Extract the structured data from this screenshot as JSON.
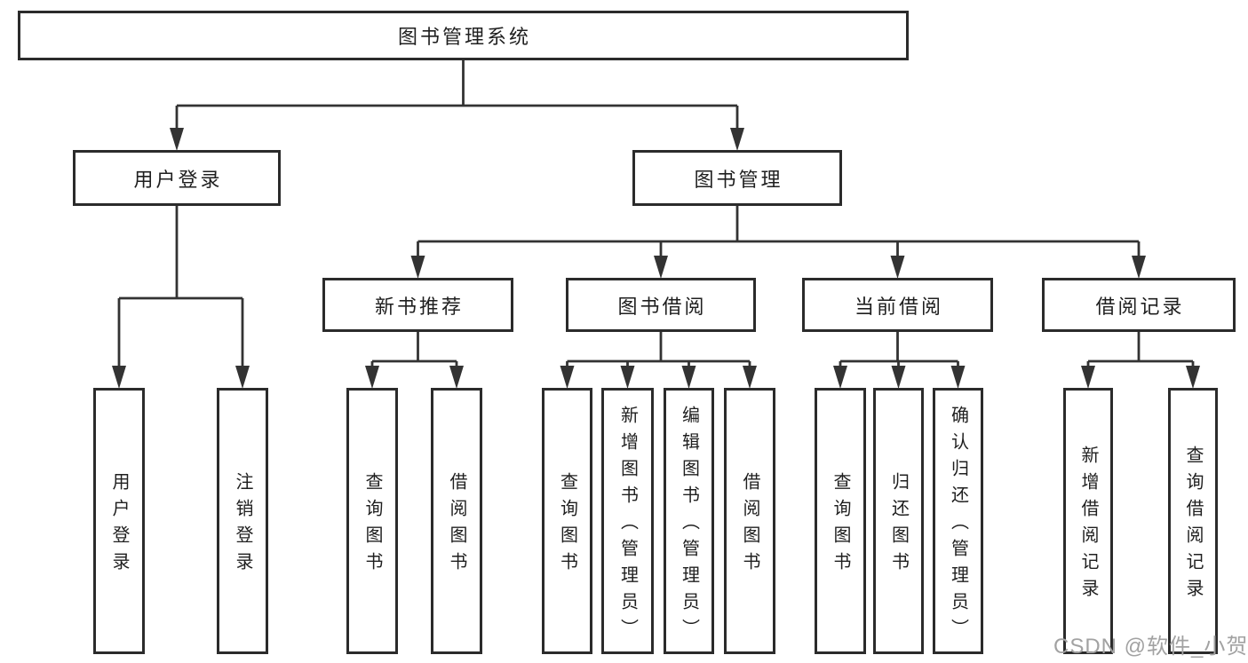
{
  "diagram": {
    "tree": {
      "label": "图书管理系统",
      "children": [
        {
          "label": "用户登录",
          "children": [
            {
              "label": "用户登录"
            },
            {
              "label": "注销登录"
            }
          ]
        },
        {
          "label": "图书管理",
          "children": [
            {
              "label": "新书推荐",
              "children": [
                {
                  "label": "查询图书"
                },
                {
                  "label": "借阅图书"
                }
              ]
            },
            {
              "label": "图书借阅",
              "children": [
                {
                  "label": "查询图书"
                },
                {
                  "label": "新增图书（管理员）"
                },
                {
                  "label": "编辑图书（管理员）"
                },
                {
                  "label": "借阅图书"
                }
              ]
            },
            {
              "label": "当前借阅",
              "children": [
                {
                  "label": "查询图书"
                },
                {
                  "label": "归还图书"
                },
                {
                  "label": "确认归还（管理员）"
                }
              ]
            },
            {
              "label": "借阅记录",
              "children": [
                {
                  "label": "新增借阅记录"
                },
                {
                  "label": "查询借阅记录"
                }
              ]
            }
          ]
        }
      ]
    }
  },
  "watermark": {
    "text": "CSDN @软件_小贺同学"
  },
  "colors": {
    "line": "#333333",
    "box_border": "#2b2b2b",
    "box_fill": "#ffffff",
    "text": "#1f1f1f",
    "watermark": "#a2a2a2"
  }
}
